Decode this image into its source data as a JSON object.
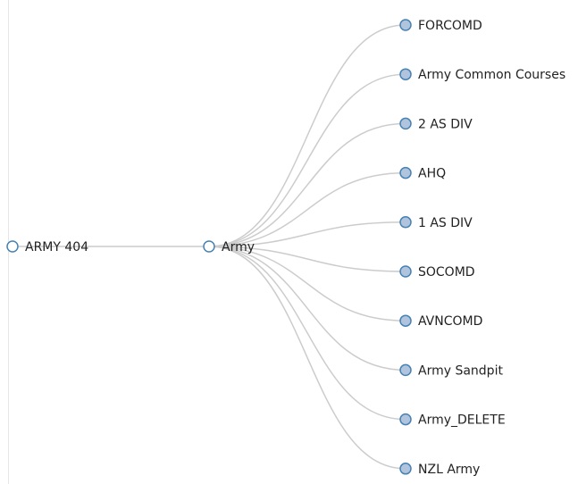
{
  "tree": {
    "root": {
      "label": "ARMY 404",
      "expanded": true
    },
    "branch": {
      "label": "Army",
      "expanded": true
    },
    "leaves": [
      {
        "label": "FORCOMD"
      },
      {
        "label": "Army Common Courses"
      },
      {
        "label": "2 AS DIV"
      },
      {
        "label": "AHQ"
      },
      {
        "label": "1 AS DIV"
      },
      {
        "label": "SOCOMD"
      },
      {
        "label": "AVNCOMD"
      },
      {
        "label": "Army Sandpit"
      },
      {
        "label": "Army_DELETE"
      },
      {
        "label": "NZL Army"
      }
    ]
  },
  "colors": {
    "edge": "#cccccc",
    "node_stroke": "#4682b4",
    "leaf_fill": "#b0c4de",
    "open_fill": "#ffffff",
    "text": "#222222"
  }
}
